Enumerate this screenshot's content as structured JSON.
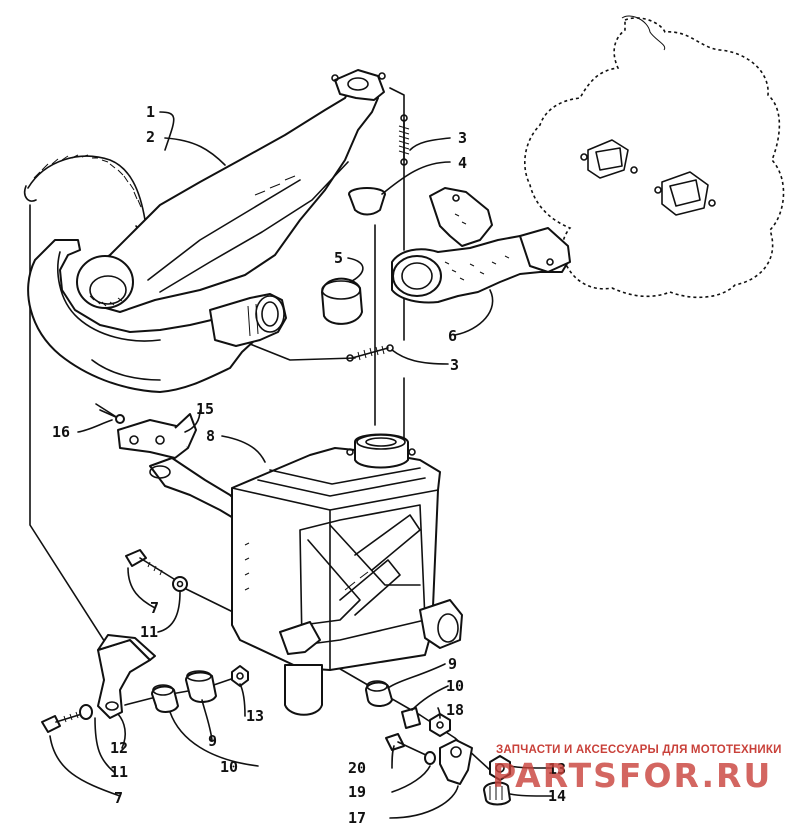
{
  "callouts": {
    "c1": "1",
    "c2": "2",
    "c3a": "3",
    "c4": "4",
    "c5": "5",
    "c6": "6",
    "c3b": "3",
    "c16": "16",
    "c15": "15",
    "c8": "8",
    "c7a": "7",
    "c11a": "11",
    "c9a": "9",
    "c10a": "10",
    "c18": "18",
    "c13a": "13",
    "c12": "12",
    "c9b": "9",
    "c10b": "10",
    "c11b": "11",
    "c7b": "7",
    "c20": "20",
    "c19": "19",
    "c17": "17",
    "c13b": "13",
    "c14": "14"
  },
  "watermark": {
    "tagline": "ЗАПЧАСТИ И АКСЕССУАРЫ ДЛЯ МОТОТЕХНИКИ",
    "brand": "PARTSFOR.RU"
  }
}
